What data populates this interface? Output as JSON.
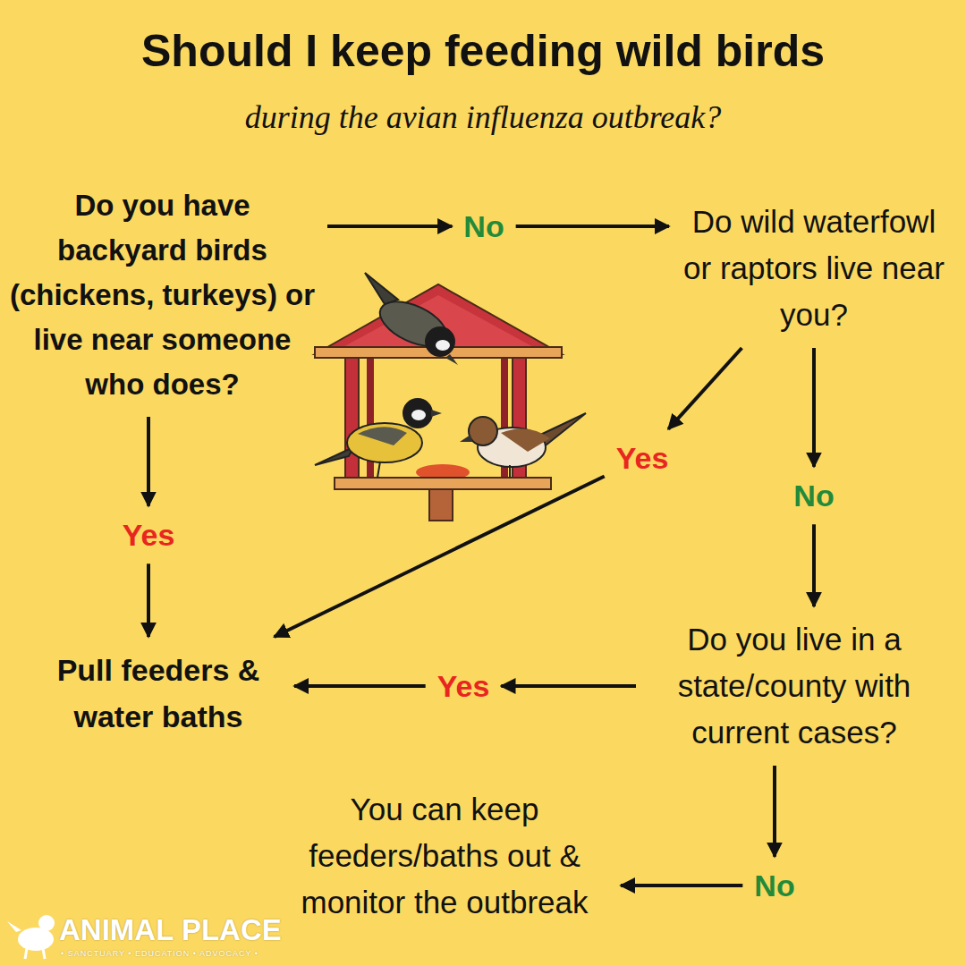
{
  "diagram": {
    "title": "Should I keep feeding wild birds",
    "nodes": [
      {
        "text": [
          "Do you have backyard birds (chickens, turkeys) or live near someone who does?"
        ]
      },
      {
        "text": [
          "No"
        ]
      },
      {
        "text": [
          "Do wild waterfowl or raptors live near you?"
        ]
      },
      {
        "text": [
          "Yes"
        ]
      },
      {
        "text": [
          "Yes"
        ]
      },
      {
        "text": [
          "No"
        ]
      },
      {
        "text": [
          "Pull feeders & water baths"
        ]
      },
      {
        "text": [
          "Do you live in a state/county with current cases?"
        ]
      },
      {
        "text": [
          "Yes"
        ]
      },
      {
        "text": [
          "No"
        ]
      },
      {
        "text": [
          "You can keep feeders/baths out & monitor the outbreak"
        ]
      }
    ],
    "edges": [
      {
        "from": 0,
        "to": 1,
        "arrow": "to"
      },
      {
        "from": 1,
        "to": 2,
        "arrow": "to"
      },
      {
        "from": 0,
        "to": 3,
        "arrow": "to"
      },
      {
        "from": 3,
        "to": 6,
        "arrow": "to"
      },
      {
        "from": 2,
        "to": 4,
        "arrow": "to"
      },
      {
        "from": 2,
        "to": 5,
        "arrow": "to"
      },
      {
        "from": 4,
        "to": 6,
        "arrow": "to"
      },
      {
        "from": 5,
        "to": 7,
        "arrow": "to"
      },
      {
        "from": 7,
        "to": 8,
        "arrow": "to"
      },
      {
        "from": 8,
        "to": 6,
        "arrow": "to"
      },
      {
        "from": 7,
        "to": 9,
        "arrow": "to"
      },
      {
        "from": 9,
        "to": 10,
        "arrow": "to"
      }
    ],
    "labels": [
      "during the avian influenza outbreak?",
      "ANIMAL PLACE",
      "• SANCTUARY • EDUCATION • ADVOCACY •"
    ]
  }
}
